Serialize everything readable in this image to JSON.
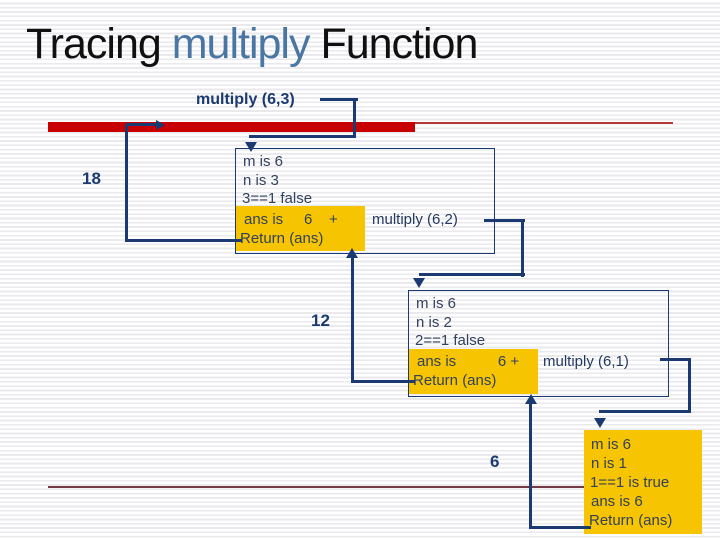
{
  "title": {
    "part1": "Tracing ",
    "part2": "multiply",
    "part3": " Function"
  },
  "calls": {
    "root": "multiply (6,3)",
    "second": "multiply (6,2)",
    "third": "multiply (6,1)"
  },
  "returns": {
    "first": "18",
    "second": "12",
    "third": "6"
  },
  "frames": [
    {
      "lines": [
        "m is 6",
        "n is 3",
        "3==1 false"
      ],
      "ans": "ans is     6    +",
      "ret": "Return (ans)"
    },
    {
      "lines": [
        "m is 6",
        "n is 2",
        "2==1 false"
      ],
      "ans": "ans is          6 +",
      "ret": "Return (ans)"
    },
    {
      "lines": [
        "m is 6",
        "n is 1",
        "1==1 is true",
        "ans is 6",
        "Return (ans)"
      ]
    }
  ],
  "colors": {
    "accent_red_bar": "#c80000",
    "thin_red_line": "#b23a3a",
    "bottom_maroon_line": "#733c44",
    "navy_lines_text": "#1b3a71",
    "gold_highlight": "#f6c400",
    "title_highlight_blue": "#4a76a4",
    "frame_text": "#32415f"
  }
}
